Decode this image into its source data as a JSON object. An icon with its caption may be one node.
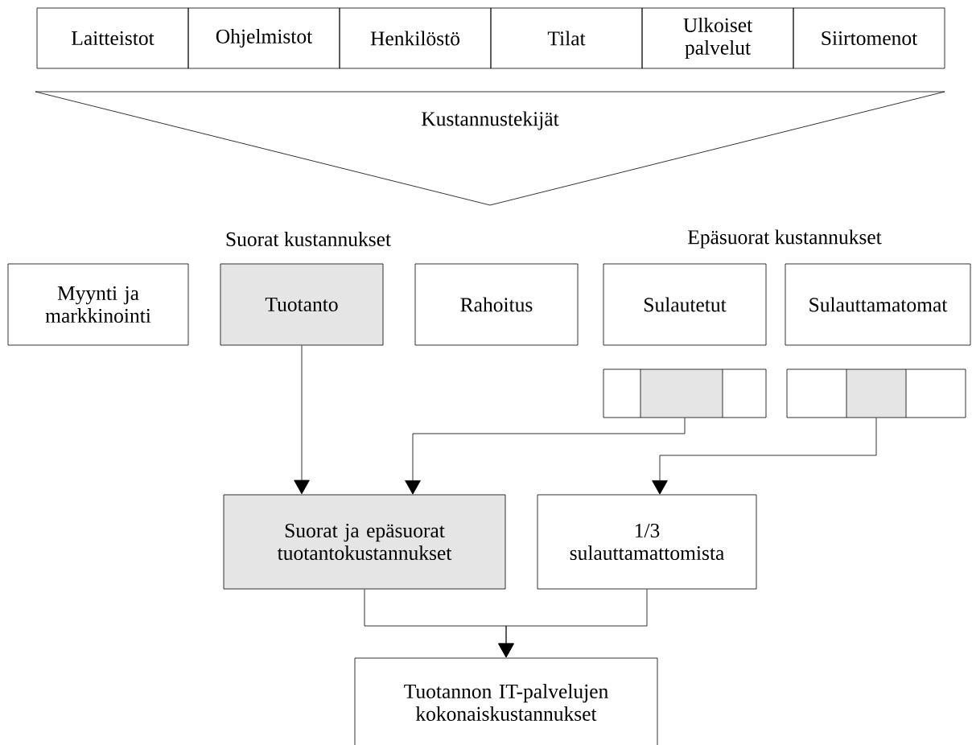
{
  "diagram": {
    "nodes": [
      {
        "text": [
          "Laitteistot"
        ]
      },
      {
        "text": [
          "Ohjelmistot"
        ]
      },
      {
        "text": [
          "Henkilöstö"
        ]
      },
      {
        "text": [
          "Tilat"
        ]
      },
      {
        "text": [
          "Ulkoiset palvelut"
        ]
      },
      {
        "text": [
          "Siirtomenot"
        ]
      },
      {
        "text": [
          "Kustannustekijät"
        ]
      },
      {
        "text": [
          "Myynti ja markkinointi"
        ]
      },
      {
        "text": [
          "Tuotanto"
        ]
      },
      {
        "text": [
          "Rahoitus"
        ]
      },
      {
        "text": [
          "Sulautetut"
        ]
      },
      {
        "text": [
          "Sulauttamatomat"
        ]
      },
      {
        "text": [],
        "shape": "bar"
      },
      {
        "text": [],
        "shape": "bar"
      },
      {
        "text": [
          "Suorat ja epäsuorat tuotantokustannukset"
        ]
      },
      {
        "text": [
          "1/3 sulauttamattomista"
        ]
      },
      {
        "text": [
          "Tuotannon IT-palvelujen kokonaiskustannukset"
        ]
      }
    ],
    "edges": [
      {
        "from": 8,
        "to": 14,
        "arrow": "to"
      },
      {
        "from": 12,
        "to": 14,
        "arrow": "to"
      },
      {
        "from": 13,
        "to": 15,
        "arrow": "to"
      },
      {
        "from": 14,
        "to": 16,
        "arrow": "to"
      },
      {
        "from": 15,
        "to": 16,
        "arrow": "to"
      }
    ],
    "labels": [
      "Suorat kustannukset",
      "Epäsuorat kustannukset"
    ]
  }
}
